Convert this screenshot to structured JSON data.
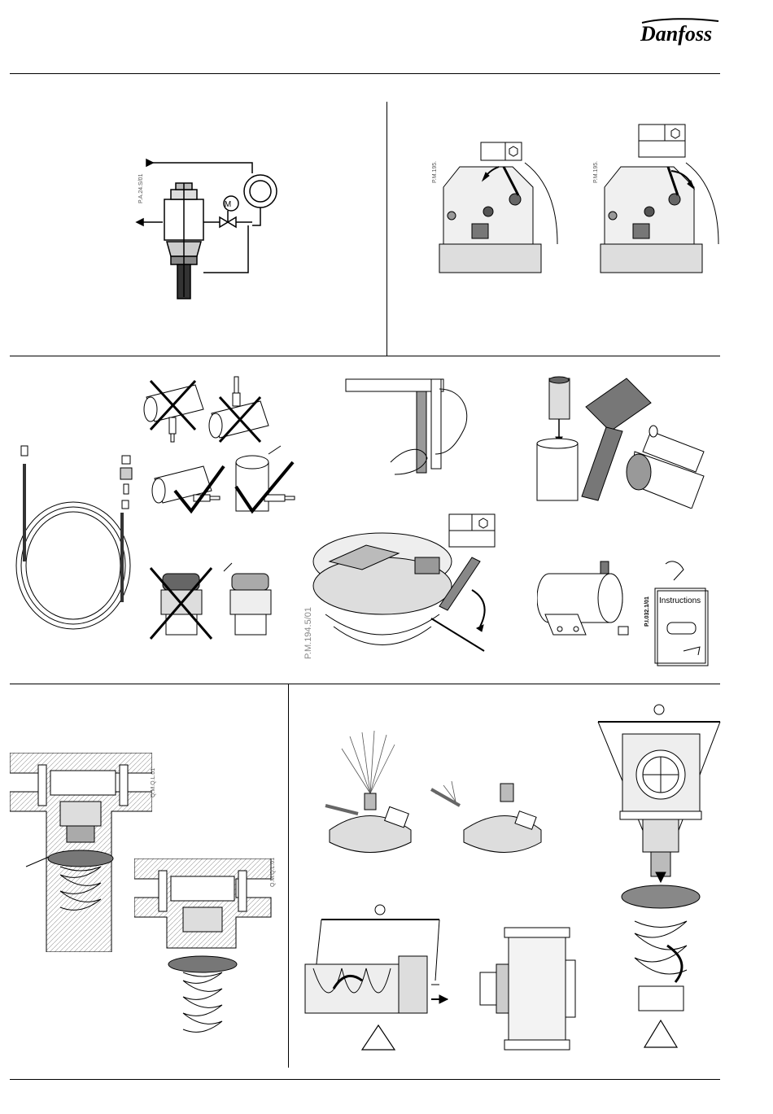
{
  "brand": {
    "logo_text": "Danfoss"
  },
  "figure_codes": {
    "schematic": "P.A.24.S/01",
    "open_left": "P.M.195.",
    "open_right": "P.M.195.",
    "wrench": "P.M.194.5/01",
    "manual": "P.I.032.1/01",
    "section_a": "Q.M.Q.L.01",
    "section_b": "Q.M.Q.L.01"
  },
  "manual": {
    "label": "Instructions"
  }
}
